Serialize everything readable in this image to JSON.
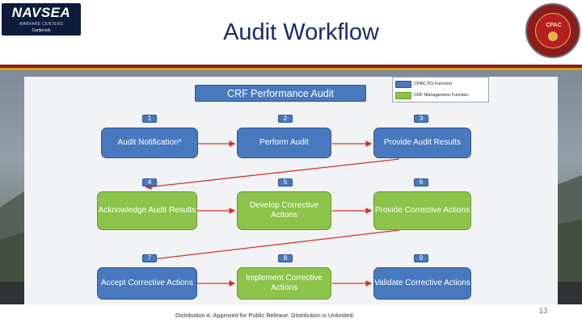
{
  "header": {
    "title": "Audit Workflow",
    "logo_left": {
      "name": "NAVSEA",
      "subtitle": "WARFARE CENTERS",
      "site": "Carderock"
    },
    "logo_right": {
      "text": "CPAC"
    }
  },
  "diagram": {
    "title": "CRF Performance Audit",
    "legend": [
      {
        "label": "CPAC PO Function",
        "color": "#4879be"
      },
      {
        "label": "CRF Management Function",
        "color": "#8cc34a"
      }
    ],
    "steps": [
      {
        "number": "1",
        "label": "Audit Notification*",
        "role": "CPAC PO Function"
      },
      {
        "number": "2",
        "label": "Perform Audit",
        "role": "CPAC PO Function"
      },
      {
        "number": "3",
        "label": "Provide Audit Results",
        "role": "CPAC PO Function"
      },
      {
        "number": "4",
        "label": "Acknowledge Audit Results",
        "role": "CRF Management Function"
      },
      {
        "number": "5",
        "label": "Develop Corrective Actions",
        "role": "CRF Management Function"
      },
      {
        "number": "6",
        "label": "Provide Corrective Actions",
        "role": "CRF Management Function"
      },
      {
        "number": "7",
        "label": "Accept Corrective Actions",
        "role": "CPAC PO Function"
      },
      {
        "number": "8",
        "label": "Implement Corrective Actions",
        "role": "CRF Management Function"
      },
      {
        "number": "9",
        "label": "Validate Corrective Actions",
        "role": "CPAC PO Function"
      }
    ],
    "flow": [
      "1→2",
      "2→3",
      "3→4",
      "4→5",
      "5→6",
      "6→7",
      "7→8",
      "8→9"
    ]
  },
  "footer": {
    "distribution": "Distribution A: Approved for Public Release. Distribution is Unlimited.",
    "page_number": "13"
  },
  "colors": {
    "title_text": "#1b2a6b",
    "stripe_red": "#8b1a1a",
    "stripe_gold": "#d4a017",
    "arrow_red": "#d2322d",
    "cpac_blue": "#4879be",
    "crf_green": "#8cc34a"
  }
}
